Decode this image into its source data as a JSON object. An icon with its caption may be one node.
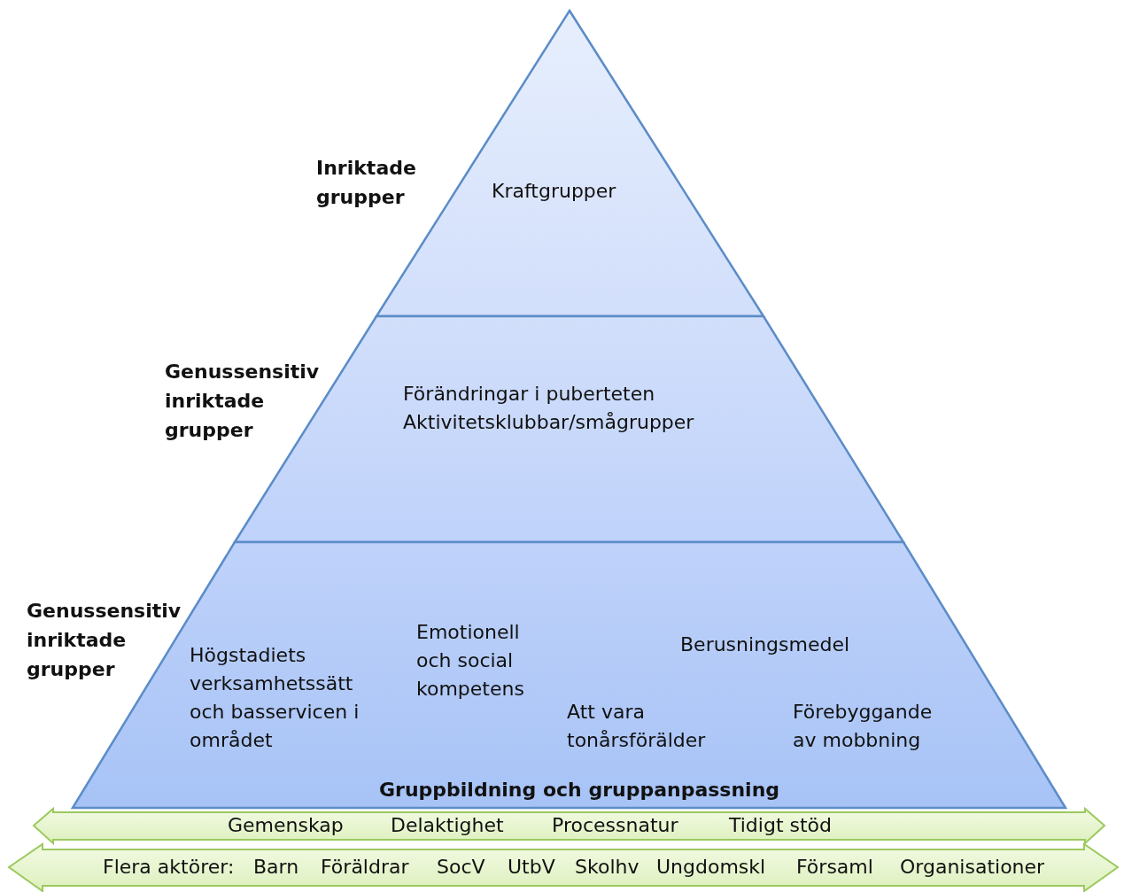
{
  "diagram": {
    "nodes": [
      {
        "text": [
          "Kraftgrupper"
        ],
        "beside": [
          "Inriktade grupper"
        ]
      },
      {
        "text": [
          "Förändringar i puberteten",
          "Aktivitetsklubbar/smågrupper"
        ],
        "beside": [
          "Genussensitiv inriktade grupper"
        ]
      },
      {
        "text": [
          "Högstadiets verksamhetssätt och basservicen i området",
          "Emotionell och social kompetens",
          "Berusningsmedel",
          "Att vara tonårsförälder",
          "Förebyggande av mobbning",
          "Gruppbildning och gruppanpassning"
        ],
        "beside": [
          "Genussensitiv inriktade grupper"
        ]
      },
      {
        "text": [
          "Gemenskap",
          "Delaktighet",
          "Processnatur",
          "Tidigt stöd"
        ]
      },
      {
        "text": [
          "Flera aktörer:",
          "Barn",
          "Föräldrar",
          "SocV",
          "UtbV",
          "Skolhv",
          "Ungdomskl",
          "Församl",
          "Organisationer"
        ]
      }
    ]
  }
}
